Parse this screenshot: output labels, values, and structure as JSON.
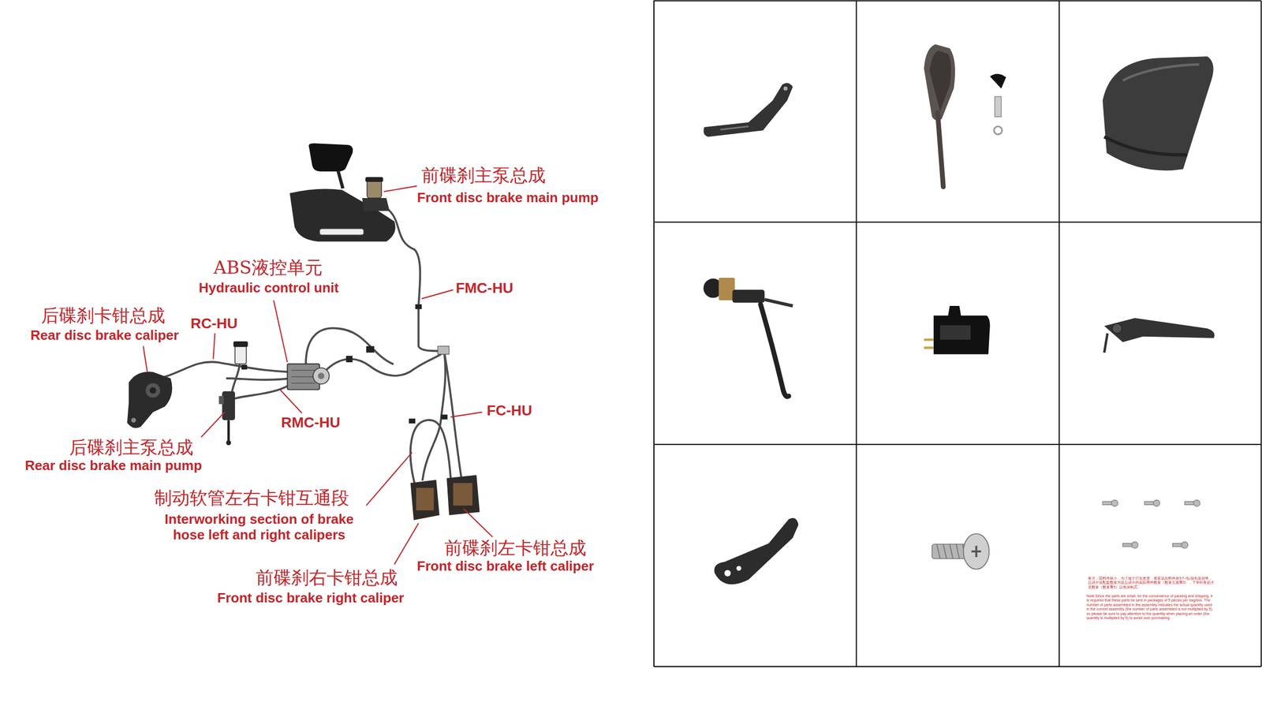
{
  "diagram": {
    "labels": [
      "前碟刹主泵总成",
      "Front disc brake main pump",
      "ABS液控单元",
      "Hydraulic control unit",
      "FMC-HU",
      "后碟刹卡钳总成",
      "Rear disc brake caliper",
      "RC-HU",
      "RMC-HU",
      "FC-HU",
      "后碟刹主泵总成",
      "Rear disc brake main pump",
      "制动软管左右卡钳互通段",
      "Interworking section of brake hose left and right calipers",
      "前碟刹左卡钳总成",
      "Front disc brake left caliper",
      "前碟刹右卡钳总成",
      "Front disc brake right caliper",
      "备注：因料件较小，为了便于打包发货，需要该此料件按5个/包/袋包装销售，总成中该配套数量为该总成中的实际用件数量（数量无需乘5），下单时务必注意数量（数量乘5）以免误购买。",
      "Note:Since the parts are small, for the convenience of packing and shipping, it is required that these parts be sent in packages of 5 pieces per bag/box. The number of parts assembled in the assembly indicates the actual quantity used in the current assembly (the number of parts assembled is not multiplied by 5), so please be sure to pay attention to the quantity when placing an order (the quantity is multiplied by 5) to avoid over-purchasing."
    ]
  }
}
